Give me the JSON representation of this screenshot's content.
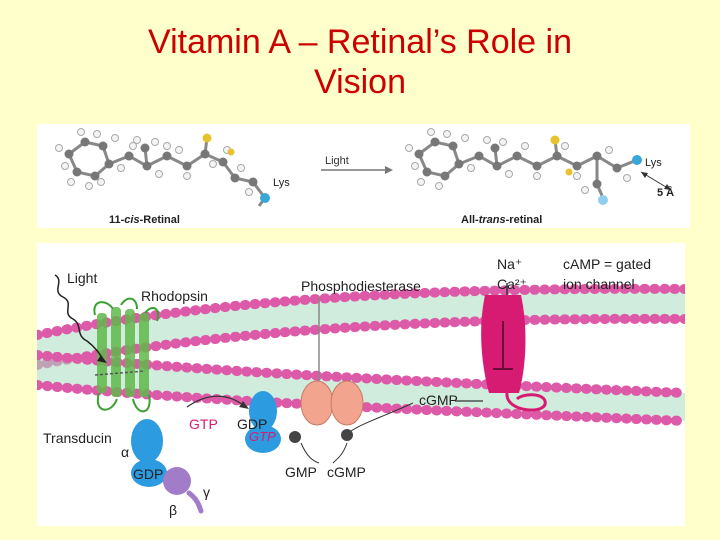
{
  "slide": {
    "title_line1": "Vitamin A – Retinal’s Role in",
    "title_line2": "Vision"
  },
  "top_panel": {
    "left_molecule_label_prefix": "11-",
    "left_molecule_label_italic": "cis",
    "left_molecule_label_suffix": "-Retinal",
    "arrow_label": "Light",
    "right_molecule_label_prefix": "All-",
    "right_molecule_label_italic": "trans",
    "right_molecule_label_suffix": "-retinal",
    "lys_left": "Lys",
    "lys_right": "Lys",
    "distance": "5 Å"
  },
  "bottom_panel": {
    "light": "Light",
    "rhodopsin": "Rhodopsin",
    "phosphodiesterase": "Phosphodiesterase",
    "na": "Na⁺",
    "ca": "Ca²⁺",
    "channel_line1": "cAMP = gated",
    "channel_line2": "ion channel",
    "cgmp_channel": "cGMP",
    "gtp_left": "GTP",
    "gdp_middle": "GDP",
    "gtp_bound": "GTP",
    "transducin": "Transducin",
    "alpha": "α",
    "gdp_bound": "GDP",
    "gamma": "γ",
    "beta": "β",
    "gmp": "GMP",
    "cgmp_bottom": "cGMP"
  },
  "colors": {
    "title": "#cc0000",
    "background": "#ffffcc",
    "lipid_head": "#dd5aa8",
    "lipid_tail": "#6fb38b",
    "rhodopsin": "#5fb84a",
    "transducin": "#2d9be0",
    "beta_gamma": "#a07cc9",
    "pde": "#f3a48f",
    "channel": "#d81b72",
    "gtp_text": "#d81b72"
  }
}
